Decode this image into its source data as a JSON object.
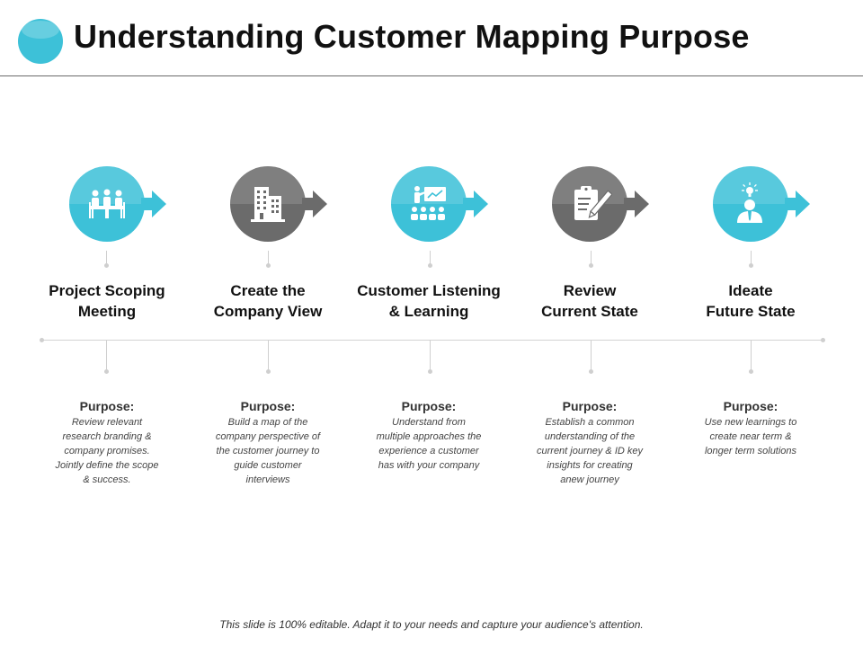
{
  "header": {
    "title": "Understanding Customer Mapping Purpose"
  },
  "colors": {
    "accent": "#3dc1d8",
    "gray": "#6b6b6b"
  },
  "steps": [
    {
      "title": "Project Scoping\nMeeting",
      "purpose_label": "Purpose:",
      "purpose_text": "Review relevant research branding & company promises. Jointly define the scope & success.",
      "icon": "meeting-icon",
      "color": "accent"
    },
    {
      "title": "Create the\nCompany View",
      "purpose_label": "Purpose:",
      "purpose_text": "Build a map of the company perspective of the customer journey to guide customer interviews",
      "icon": "building-icon",
      "color": "gray"
    },
    {
      "title": "Customer Listening\n& Learning",
      "purpose_label": "Purpose:",
      "purpose_text": "Understand from multiple approaches the experience a customer has with your company",
      "icon": "presentation-icon",
      "color": "accent"
    },
    {
      "title": "Review\nCurrent State",
      "purpose_label": "Purpose:",
      "purpose_text": "Establish a common understanding of the current journey & ID key insights for creating anew journey",
      "icon": "clipboard-icon",
      "color": "gray"
    },
    {
      "title": "Ideate\nFuture State",
      "purpose_label": "Purpose:",
      "purpose_text": "Use new learnings to create near term & longer term solutions",
      "icon": "idea-person-icon",
      "color": "accent"
    }
  ],
  "footer": {
    "note": "This slide is 100% editable. Adapt it to your needs and capture your audience's attention."
  }
}
